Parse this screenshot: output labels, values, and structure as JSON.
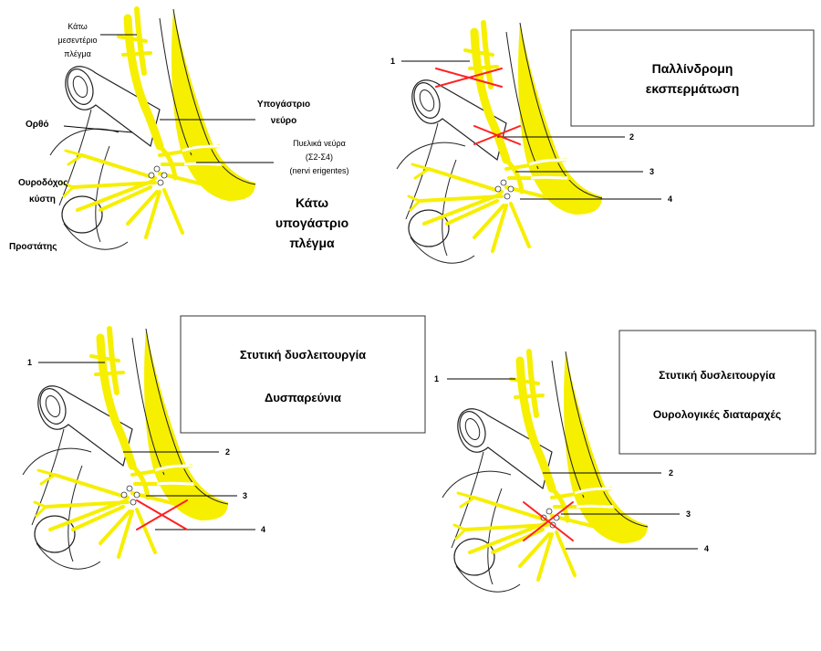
{
  "panel1": {
    "label_mesenteric": [
      "Κάτω",
      "μεσεντέριο",
      "πλέγμα"
    ],
    "label_rectum": "Ορθό",
    "label_hypogastric_nerve": [
      "Υπογάστριο",
      "νεύρο"
    ],
    "label_pelvic_nerves": [
      "Πυελικά νεύρα",
      "(Σ2-Σ4)",
      "(nervi erigentes)"
    ],
    "label_bladder": [
      "Ουροδόχος",
      "κύστη"
    ],
    "label_inferior_plexus": [
      "Κάτω",
      "υπογάστριο",
      "πλέγμα"
    ],
    "label_prostate": "Προστάτης"
  },
  "panel2": {
    "box_lines": [
      "Παλλίνδρομη",
      "εκσπερμάτωση"
    ],
    "numbers": [
      "1",
      "2",
      "3",
      "4"
    ]
  },
  "panel3": {
    "box_lines": [
      "Στυτική δυσλειτουργία",
      "Δυσπαρεύνια"
    ],
    "numbers": [
      "1",
      "2",
      "3",
      "4"
    ]
  },
  "panel4": {
    "box_lines": [
      "Στυτική δυσλειτουργία",
      "Ουρολογικές διαταραχές"
    ],
    "numbers": [
      "1",
      "2",
      "3",
      "4"
    ]
  },
  "colors": {
    "nerve": "#f6ef00",
    "cross": "#ff2020"
  }
}
